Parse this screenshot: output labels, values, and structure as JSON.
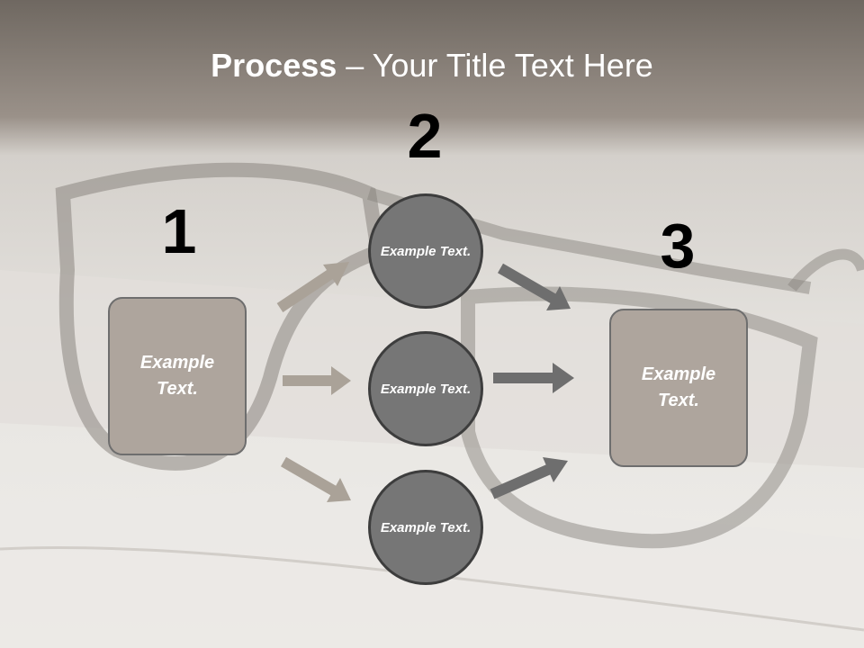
{
  "title": {
    "bold": "Process",
    "rest": " – Your Title Text Here"
  },
  "steps": [
    {
      "number": "1",
      "text": "Example Text."
    },
    {
      "number": "2"
    },
    {
      "number": "3",
      "text": "Example Text."
    }
  ],
  "circles": [
    {
      "text": "Example Text."
    },
    {
      "text": "Example Text."
    },
    {
      "text": "Example Text."
    }
  ],
  "colors": {
    "box_fill": "#aea59d",
    "circle_fill": "#767676",
    "arrow_light": "#aaa298",
    "arrow_dark": "#6e6e6e"
  }
}
